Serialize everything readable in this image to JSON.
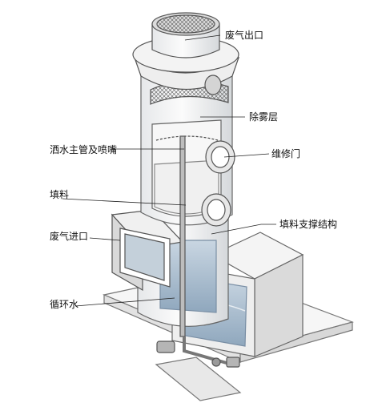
{
  "labels": {
    "outlet": "废气出口",
    "demister": "除雾层",
    "spray": "洒水主管及喷嘴",
    "access_door": "维修门",
    "packing": "填料",
    "packing_support": "填料支撑结构",
    "inlet": "废气进口",
    "circulating_water": "循环水"
  }
}
